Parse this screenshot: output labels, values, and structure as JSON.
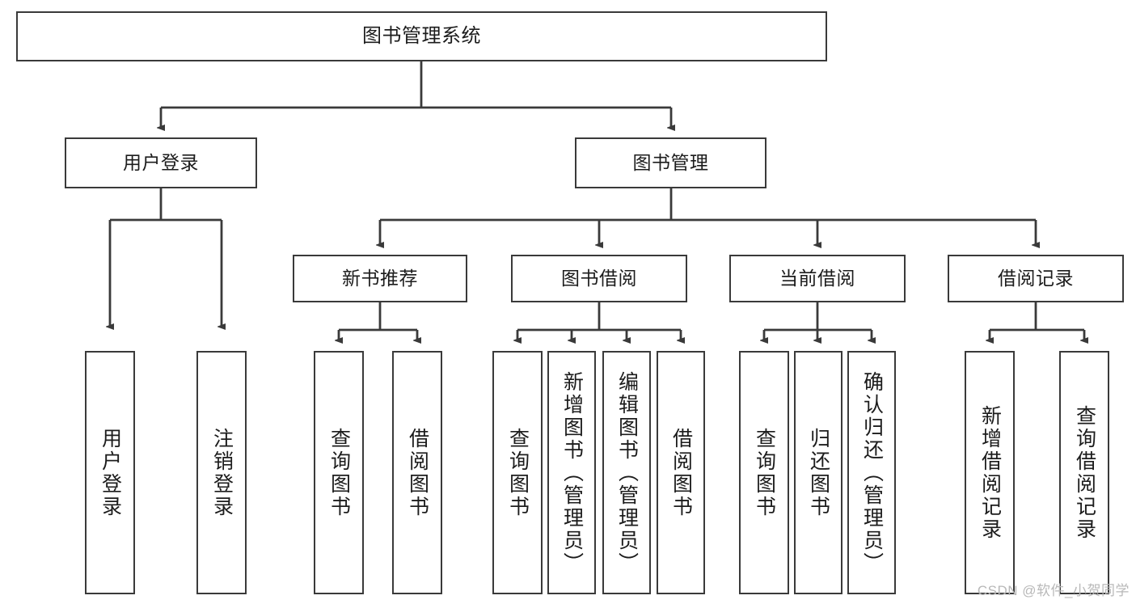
{
  "diagram": {
    "title": "图书管理系统",
    "type": "tree",
    "root": {
      "label": "图书管理系统"
    },
    "level2": [
      {
        "label": "用户登录"
      },
      {
        "label": "图书管理"
      }
    ],
    "level3": [
      {
        "label": "新书推荐"
      },
      {
        "label": "图书借阅"
      },
      {
        "label": "当前借阅"
      },
      {
        "label": "借阅记录"
      }
    ],
    "leaves_user_login": [
      {
        "label": "用户登录"
      },
      {
        "label": "注销登录"
      }
    ],
    "leaves_new_book": [
      {
        "label": "查询图书"
      },
      {
        "label": "借阅图书"
      }
    ],
    "leaves_book_borrow": [
      {
        "label": "查询图书"
      },
      {
        "label": "新增图书（管理员）"
      },
      {
        "label": "编辑图书（管理员）"
      },
      {
        "label": "借阅图书"
      }
    ],
    "leaves_current_borrow": [
      {
        "label": "查询图书"
      },
      {
        "label": "归还图书"
      },
      {
        "label": "确认归还（管理员）"
      }
    ],
    "leaves_borrow_record": [
      {
        "label": "新增借阅记录"
      },
      {
        "label": "查询借阅记录"
      }
    ],
    "watermark": "CSDN @软件_小贺同学",
    "colors": {
      "stroke": "#3a3a3a",
      "background": "#ffffff",
      "text": "#1c1c1c",
      "watermark": "#b8b8b8"
    }
  }
}
